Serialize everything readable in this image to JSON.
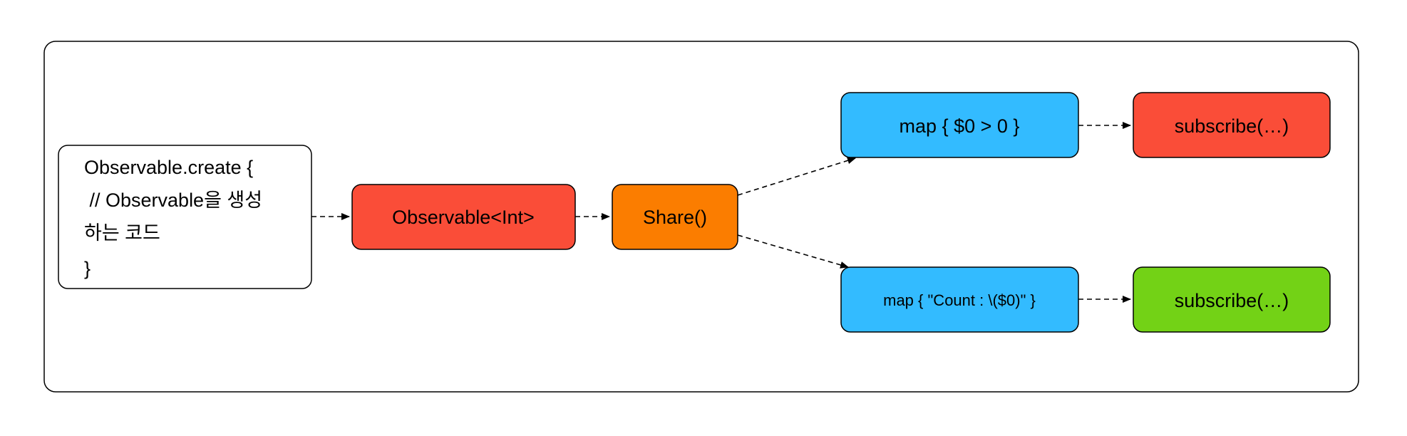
{
  "diagram": {
    "nodes": {
      "create": {
        "lines": [
          "Observable.create {",
          " // Observable을 생성",
          "하는 코드",
          "}"
        ],
        "fill": "#ffffff"
      },
      "observable": {
        "label": "Observable<Int>",
        "fill": "#fa4d38"
      },
      "share": {
        "label": "Share()",
        "fill": "#fb7d00"
      },
      "map_top": {
        "label": "map { $0 > 0 }",
        "fill": "#33bbff"
      },
      "subscribe_top": {
        "label": "subscribe(…)",
        "fill": "#fa4d38"
      },
      "map_bottom": {
        "label": "map { \"Count : \\($0)\" }",
        "fill": "#33bbff"
      },
      "subscribe_bottom": {
        "label": "subscribe(…)",
        "fill": "#73d216"
      }
    },
    "edges": [
      {
        "from": "create",
        "to": "observable",
        "style": "dashed"
      },
      {
        "from": "observable",
        "to": "share",
        "style": "dashed"
      },
      {
        "from": "share",
        "to": "map_top",
        "style": "dashed"
      },
      {
        "from": "share",
        "to": "map_bottom",
        "style": "dashed"
      },
      {
        "from": "map_top",
        "to": "subscribe_top",
        "style": "dashed"
      },
      {
        "from": "map_bottom",
        "to": "subscribe_bottom",
        "style": "dashed"
      }
    ]
  }
}
